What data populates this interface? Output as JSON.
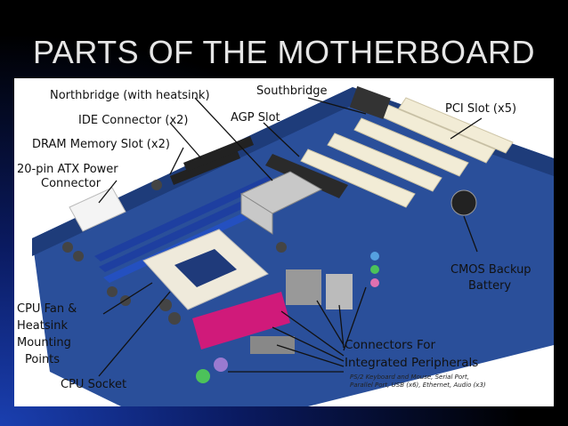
{
  "slide": {
    "title": "PARTS OF THE MOTHERBOARD"
  },
  "labels": {
    "northbridge": "Northbridge (with heatsink)",
    "southbridge": "Southbridge",
    "ide": "IDE Connector (x2)",
    "agp": "AGP Slot",
    "pci": "PCI Slot (x5)",
    "dram": "DRAM Memory Slot (x2)",
    "atx_line1": "20-pin ATX Power",
    "atx_line2": "Connector",
    "cmos_line1": "CMOS Backup",
    "cmos_line2": "Battery",
    "cpufan_line1": "CPU Fan &",
    "cpufan_line2": "Heatsink",
    "cpufan_line3": "Mounting",
    "cpufan_line4": "Points",
    "cpusocket": "CPU Socket",
    "connectors_line1": "Connectors For",
    "connectors_line2": "Integrated Peripherals",
    "peripherals_note_line1": "PS/2 Keyboard and Mouse, Serial Port,",
    "peripherals_note_line2": "Parallel Port, USB (x6), Ethernet, Audio (x3)"
  },
  "colors": {
    "board": "#2a4f9a",
    "memory_slot": "#1e3fa0",
    "pci_slot": "#f2ecd6",
    "agp_slot": "#2a2a2a",
    "parallel_port": "#d01a7a",
    "audio_jack_green": "#4cc25a",
    "audio_jack_pink": "#e070b0",
    "audio_jack_blue": "#55a0e0"
  }
}
